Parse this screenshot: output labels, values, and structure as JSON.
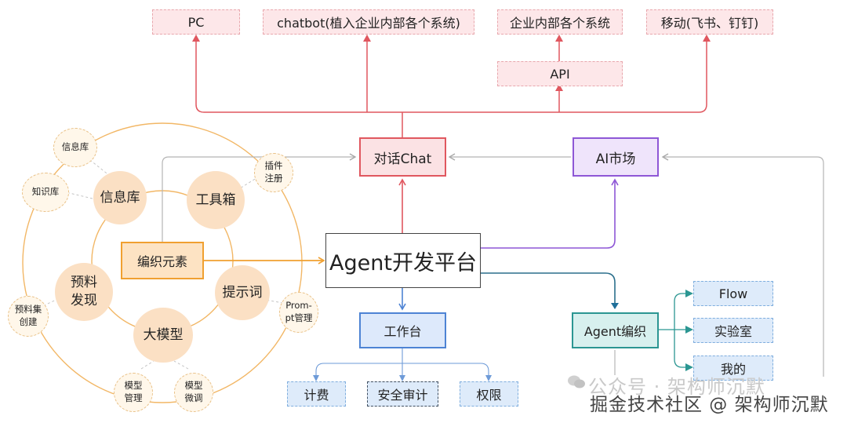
{
  "top_nodes": {
    "pc": "PC",
    "chatbot": "chatbot(植入企业内部各个系统)",
    "internal_systems": "企业内部各个系统",
    "mobile": "移动(飞书、钉钉)",
    "api": "API"
  },
  "middle_nodes": {
    "chat": "对话Chat",
    "ai_market": "AI市场",
    "agent_platform": "Agent开发平台"
  },
  "workbench": {
    "label": "工作台",
    "children": [
      "计费",
      "安全审计",
      "权限"
    ]
  },
  "orchestration": {
    "label": "Agent编织",
    "children": [
      "Flow",
      "实验室",
      "我的"
    ]
  },
  "elements": {
    "center": "编织元素",
    "knowledge_base": "信息库",
    "toolbox": "工具箱",
    "prompt": "提示词",
    "model": "大模型",
    "corpus_discovery": "预料发现"
  },
  "satellites": {
    "info_base": "信息库",
    "knowledge_base": "知识库",
    "plugin_register": "插件注册",
    "prompt_manage": "Prom-pt管理",
    "model_manage": "模型管理",
    "model_finetune": "模型微调",
    "corpus_create": "预料集创建"
  },
  "watermark": {
    "account": "公众号 · 架构师沉默",
    "site": "掘金技术社区 @ 架构师沉默"
  },
  "colors": {
    "pink": "#e0575f",
    "purple": "#8e57d6",
    "blue": "#4d83d4",
    "teal": "#2b9692",
    "orange": "#f0a030",
    "gray": "#b5b5b5"
  }
}
